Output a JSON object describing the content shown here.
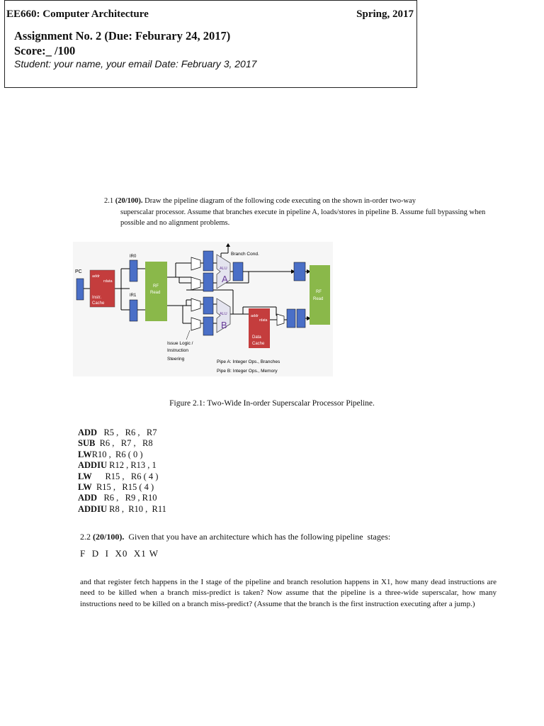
{
  "header": {
    "course": "EE660:  Computer Architecture",
    "semester": "Spring, 2017",
    "assignment": "Assignment No.  2 (Due:  Feburary 24,  2017)",
    "score": "Score:_        /100",
    "student": "Student: your name,  your email   Date: February 3, 2017"
  },
  "q21": {
    "number": "2.1",
    "points": "(20/100).",
    "text_line1": "Draw the pipeline diagram of the following code executing on the shown in-order two-way",
    "text_rest": "superscalar processor. Assume that branches execute in pipeline A, loads/stores in pipeline B. Assume full bypassing when possible and no alignment    problems."
  },
  "figure": {
    "caption": "Figure 2.1: Two-Wide In-order Superscalar Processor   Pipeline.",
    "labels": {
      "pc": "PC",
      "ir0": "IR0",
      "ir1": "IR1",
      "icache_addr": "addr",
      "icache_rdata": "rdata",
      "icache_line1": "Instr.",
      "icache_line2": "Cache",
      "rf1_line1": "RF",
      "rf1_line2": "Read",
      "rf2_line1": "RF",
      "rf2_line2": "Read",
      "branch": "Branch Cond.",
      "alu_a": "ALU",
      "alu_b": "ALU",
      "a": "A",
      "b": "B",
      "dcache_addr": "addr",
      "dcache_rdata": "rdata",
      "dcache_line1": "Data",
      "dcache_line2": "Cache",
      "issue_line1": "Issue Logic /",
      "issue_line2": "Instruction",
      "issue_line3": "Steering",
      "pipe_a": "Pipe A: Integer Ops., Branches",
      "pipe_b": "Pipe B: Integer Ops., Memory"
    },
    "colors": {
      "register": "#4a6fc7",
      "cache": "#c43d3d",
      "regfile": "#8ab84a"
    }
  },
  "code": [
    {
      "op": "ADD",
      "args": "   R5 ,   R6 ,   R7"
    },
    {
      "op": "SUB",
      "args": "  R6 ,   R7 ,   R8"
    },
    {
      "op": "LW",
      "args": "R10 ,  R6 ( 0 )"
    },
    {
      "op": "ADDIU",
      "args": " R12 , R13 , 1"
    },
    {
      "op": "LW",
      "args": "      R15 ,   R6 ( 4 )"
    },
    {
      "op": "LW",
      "args": "  R15 ,   R15 ( 4 )"
    },
    {
      "op": "ADD",
      "args": "   R6 ,   R9 , R10"
    },
    {
      "op": "ADDIU",
      "args": " R8 ,  R10 ,  R11"
    }
  ],
  "q22": {
    "number": "2.2",
    "points": "(20/100).",
    "text": "  Given that you have an architecture which has the following pipeline  stages:",
    "stages": "F  D  I  X0  X1 W",
    "paragraph": "and that register fetch happens in the I stage of the pipeline and branch resolution happens in X1, how many dead instructions are need to be killed when a branch miss-predict is taken?  Now assume that the pipeline is a three-wide superscalar, how many instructions need to be killed on a branch miss-predict?  (Assume that the branch is the first instruction executing after a jump.)"
  }
}
